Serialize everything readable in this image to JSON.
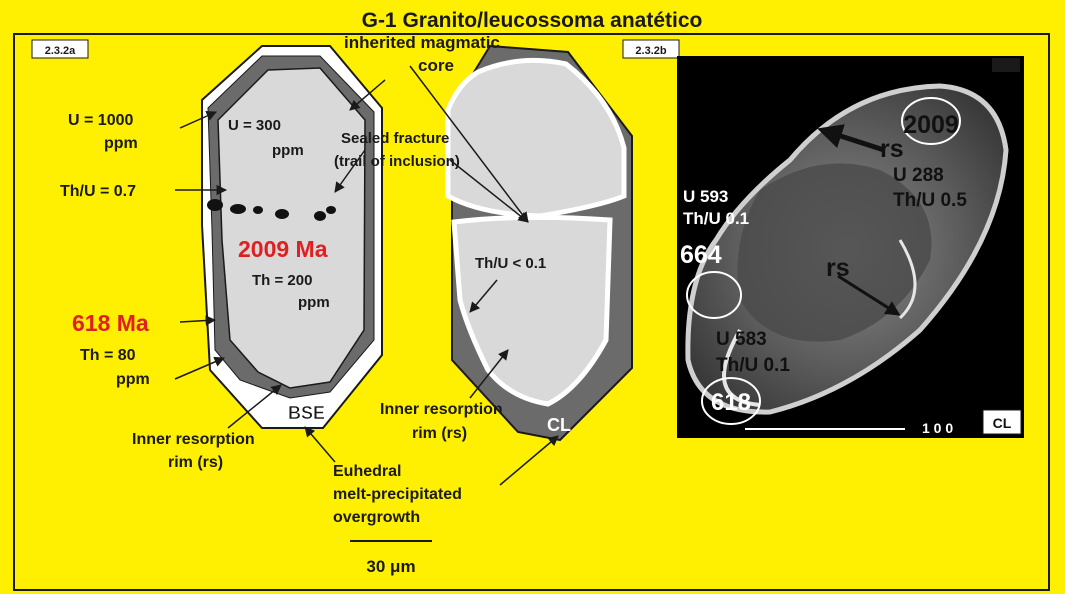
{
  "title": "G-1 Granito/leucossoma anatético",
  "panels": {
    "a": {
      "id": "2.3.2a"
    },
    "b": {
      "id": "2.3.2b"
    }
  },
  "colors": {
    "background": "#ffef00",
    "grain_fill": "#d9d9d9",
    "rim_fill": "#6b6b6b",
    "text": "#1a1a1a",
    "age_highlight": "#e02020"
  },
  "labels": {
    "u_1000": "U = 1000",
    "ppm_1": "ppm",
    "thu_07": "Th/U = 0.7",
    "age_618": "618 Ma",
    "th_80": "Th = 80",
    "ppm_2": "ppm",
    "u_300": "U = 300",
    "ppm_3": "ppm",
    "age_2009": "2009 Ma",
    "th_200": "Th = 200",
    "ppm_4": "ppm",
    "inherited_1": "inherited magmatic",
    "inherited_2": "core",
    "sealed_1": "Sealed fracture",
    "sealed_2": "(trail of inclusion)",
    "thu_lt01": "Th/U <  0.1",
    "inner_rs_a_1": "Inner resorption",
    "inner_rs_a_2": "rim (rs)",
    "inner_rs_b_1": "Inner resorption",
    "inner_rs_b_2": "rim (rs)",
    "euhedral_1": "Euhedral",
    "euhedral_2": "melt-precipitated",
    "euhedral_3": "overgrowth",
    "bse": "BSE",
    "cl": "CL",
    "scale": "30 μm"
  },
  "cl_image": {
    "spot_2009": "2009",
    "rs_top": "rs",
    "u_288": "U 288",
    "thu_05": "Th/U 0.5",
    "u_593": "U 593",
    "thu_01_top": "Th/U 0.1",
    "spot_664": "664",
    "rs_mid": "rs",
    "u_583": "U 583",
    "thu_01_bot": "Th/U 0.1",
    "spot_618": "618",
    "scale_text": "1 0 0",
    "cl_tag": "CL"
  }
}
